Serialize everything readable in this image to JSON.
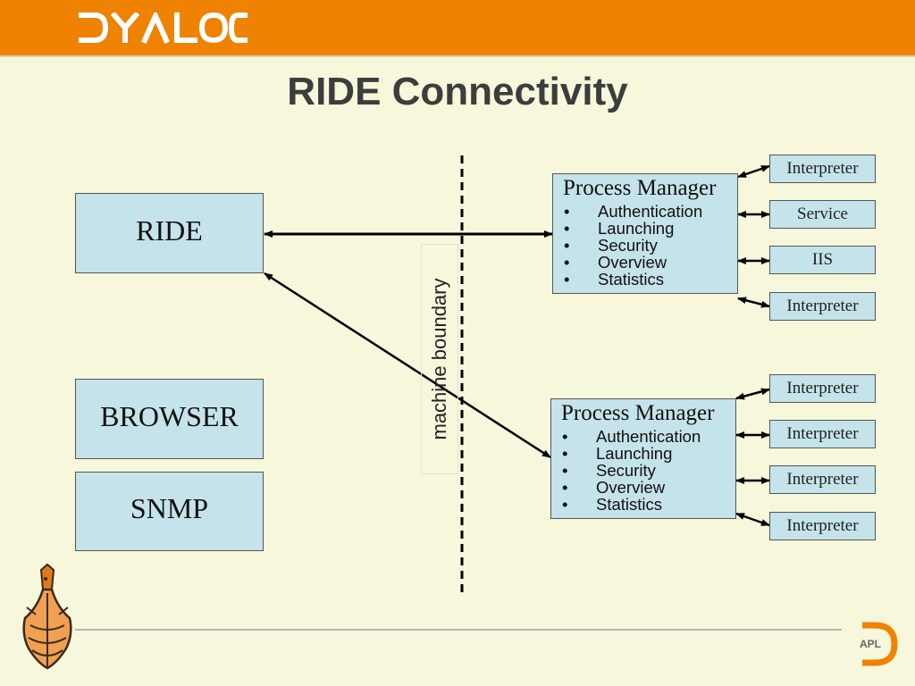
{
  "header": {
    "logo_text": "DYALOG"
  },
  "title": "RIDE Connectivity",
  "left_boxes": {
    "ride": "RIDE",
    "browser": "BROWSER",
    "snmp": "SNMP"
  },
  "boundary_label": "machine boundary",
  "process_manager_1": {
    "title": "Process Manager",
    "items": [
      "Authentication",
      "Launching",
      "Security",
      "Overview",
      "Statistics"
    ]
  },
  "process_manager_2": {
    "title": "Process Manager",
    "items": [
      "Authentication",
      "Launching",
      "Security",
      "Overview",
      "Statistics"
    ]
  },
  "targets_1": [
    "Interpreter",
    "Service",
    "IIS",
    "Interpreter"
  ],
  "targets_2": [
    "Interpreter",
    "Interpreter",
    "Interpreter",
    "Interpreter"
  ],
  "footer": {
    "apl_logo_text": "APL"
  },
  "colors": {
    "header": "#ef8200",
    "background": "#f7f7dc",
    "box_fill": "#c5e3ea"
  }
}
